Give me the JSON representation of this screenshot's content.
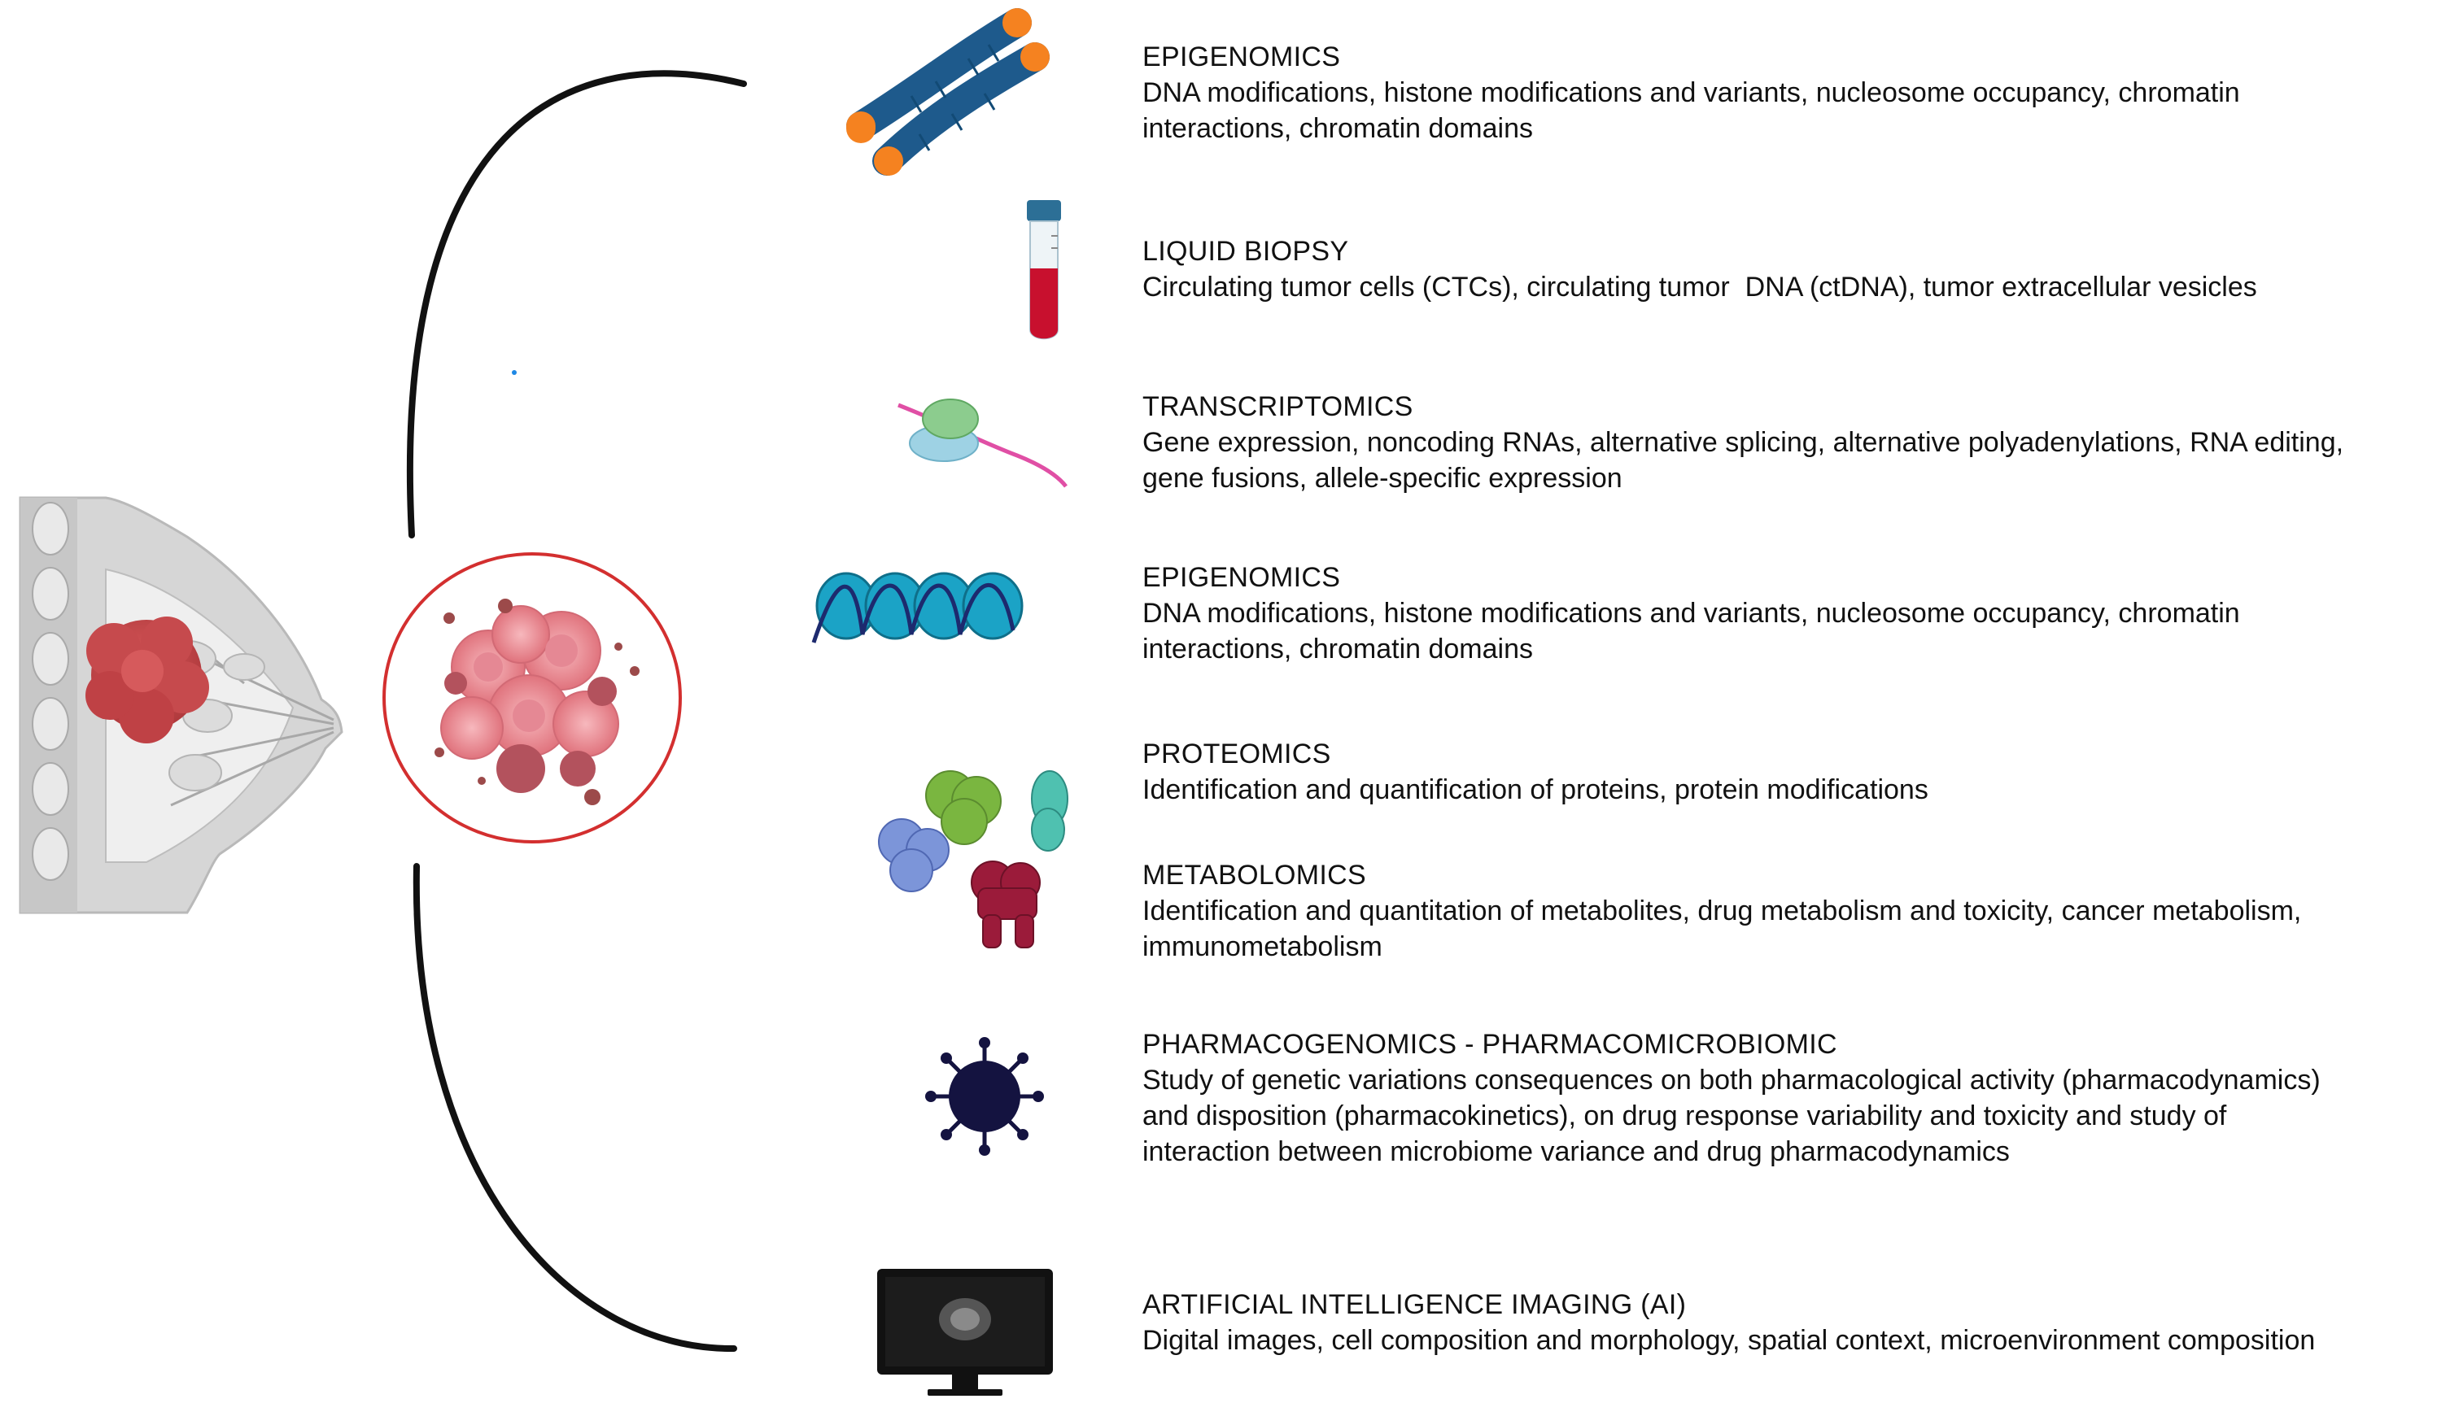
{
  "items": [
    {
      "icon": "chromosome-icon",
      "heading": "EPIGENOMICS",
      "lines": [
        "DNA modifications, histone modifications and variants, nucleosome occupancy, chromatin",
        "interactions, chromatin domains"
      ]
    },
    {
      "icon": "blood-tube-icon",
      "heading": "LIQUID BIOPSY",
      "lines": [
        "Circulating tumor cells (CTCs), circulating tumor  DNA (ctDNA), tumor extracellular vesicles"
      ]
    },
    {
      "icon": "ribosome-mrna-icon",
      "heading": "TRANSCRIPTOMICS",
      "lines": [
        "Gene expression, noncoding RNAs, alternative splicing, alternative polyadenylations, RNA editing,",
        "gene fusions, allele-specific expression"
      ]
    },
    {
      "icon": "nucleosome-dna-icon",
      "heading": "EPIGENOMICS",
      "lines": [
        "DNA modifications, histone modifications and variants, nucleosome occupancy, chromatin",
        "interactions, chromatin domains"
      ]
    },
    {
      "icon": "proteins-icon",
      "heading": "PROTEOMICS",
      "lines": [
        "Identification and quantification of proteins, protein modifications"
      ]
    },
    {
      "icon": "metabolite-icon",
      "heading": "METABOLOMICS",
      "lines": [
        "Identification and quantitation of metabolites, drug metabolism and toxicity, cancer metabolism,",
        "immunometabolism"
      ]
    },
    {
      "icon": "microbe-icon",
      "heading": "PHARMACOGENOMICS - PHARMACOMICROBIOMIC",
      "lines": [
        "Study of genetic variations consequences on both pharmacological activity (pharmacodynamics)",
        "and disposition (pharmacokinetics), on drug response variability and toxicity and study of",
        "interaction between microbiome variance and drug pharmacodynamics"
      ]
    },
    {
      "icon": "monitor-scan-icon",
      "heading": "ARTIFICIAL INTELLIGENCE IMAGING (AI)",
      "lines": [
        "Digital images, cell composition and morphology, spatial context, microenvironment composition"
      ]
    }
  ],
  "colors": {
    "tumor": "#c9474b",
    "circle_border": "#d32f2f",
    "chromosome": "#1e5a8c",
    "chromosome_tip": "#f58220",
    "tube_blood": "#c8102e",
    "nucleosome": "#1ba3c6",
    "microbe": "#141340"
  }
}
